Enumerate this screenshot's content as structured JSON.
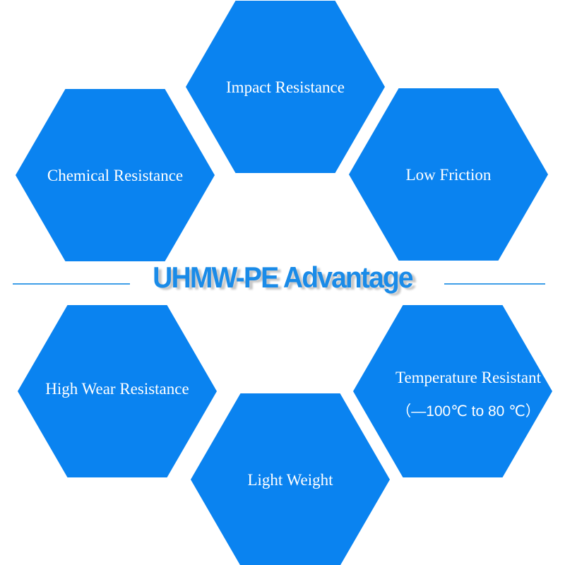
{
  "colors": {
    "hexagon_fill": "#0a83f0",
    "text_on_hex": "#ffffff",
    "title": "#1a8be8",
    "title_shadow": "#c7c7c7",
    "rule": "#3f9fe8",
    "background": "#ffffff"
  },
  "diagram": {
    "title": "UHMW-PE Advantage",
    "hexagons": {
      "impact": {
        "label": "Impact Resistance"
      },
      "chemical": {
        "label": "Chemical Resistance"
      },
      "friction": {
        "label": "Low Friction"
      },
      "wear": {
        "label": "High Wear Resistance"
      },
      "temperature": {
        "label": "Temperature Resistant",
        "sublabel": "（—100℃ to 80 ℃）"
      },
      "weight": {
        "label": "Light Weight"
      }
    }
  }
}
